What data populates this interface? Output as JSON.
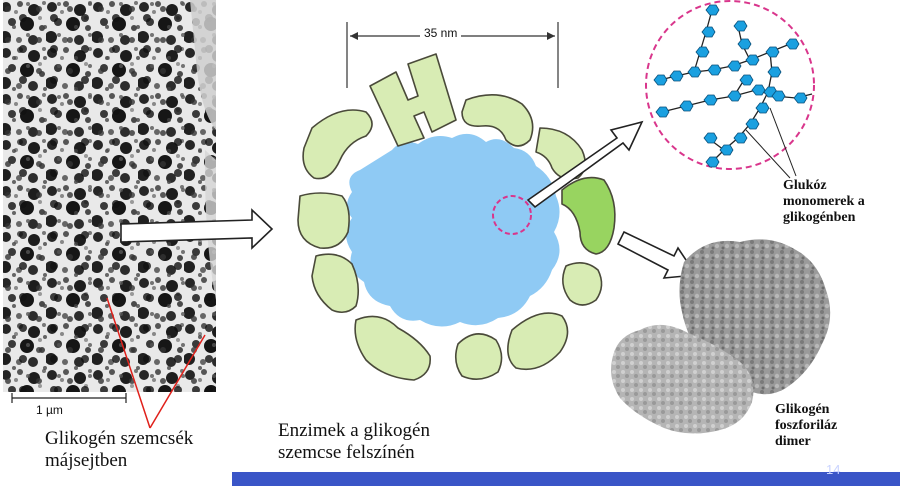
{
  "labels": {
    "micro_scale": "1 µm",
    "diameter": "35 nm",
    "granules": [
      "Glikogén szemcsék",
      "májsejtben"
    ],
    "enzymes": [
      "Enzimek a glikogén",
      "szemcse felszínén"
    ],
    "glucose": [
      "Glukóz",
      "monomerek a",
      "glikogénben"
    ],
    "phosphorylase": [
      "Glikogén",
      "foszforiláz",
      "dimer"
    ],
    "page_number": "14"
  },
  "colors": {
    "enzyme_fill": "#d8ecb4",
    "enzyme_stroke": "#4a4a3a",
    "highlight_enzyme": "#98d460",
    "glycogen_core": "#8fcaf4",
    "zoom_circle": "#d9368c",
    "glucose_hexagon": "#1aa0e0",
    "pointer_line": "#e0201a",
    "footer_bar": "#3a55c7"
  }
}
